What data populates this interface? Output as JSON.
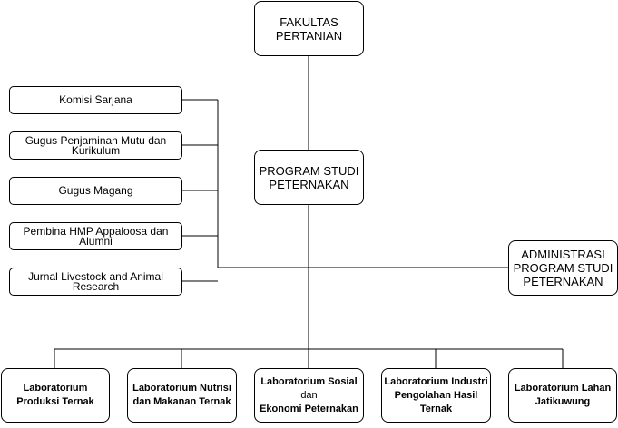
{
  "top": {
    "label": "FAKULTAS\nPERTANIAN"
  },
  "program": {
    "label": "PROGRAM STUDI\nPETERNAKAN"
  },
  "admin": {
    "label": "ADMINISTRASI\nPROGRAM STUDI\nPETERNAKAN"
  },
  "side_units": [
    {
      "label": "Komisi Sarjana"
    },
    {
      "label": "Gugus Penjaminan Mutu dan\nKurikulum"
    },
    {
      "label": "Gugus Magang"
    },
    {
      "label": "Pembina HMP Appaloosa dan\nAlumni"
    },
    {
      "label": "Jurnal Livestock and Animal\nResearch"
    }
  ],
  "labs": [
    {
      "label": "Laboratorium\nProduksi Ternak"
    },
    {
      "label": "Laboratorium Nutrisi\ndan Makanan Ternak"
    },
    {
      "label_a": "Laboratorium Sosial\n",
      "label_b": "dan",
      "label_c": "\nEkonomi Peternakan"
    },
    {
      "label": "Laboratorium Industri\nPengolahan Hasil\nTernak"
    },
    {
      "label": "Laboratorium Lahan\nJatikuwung"
    }
  ]
}
